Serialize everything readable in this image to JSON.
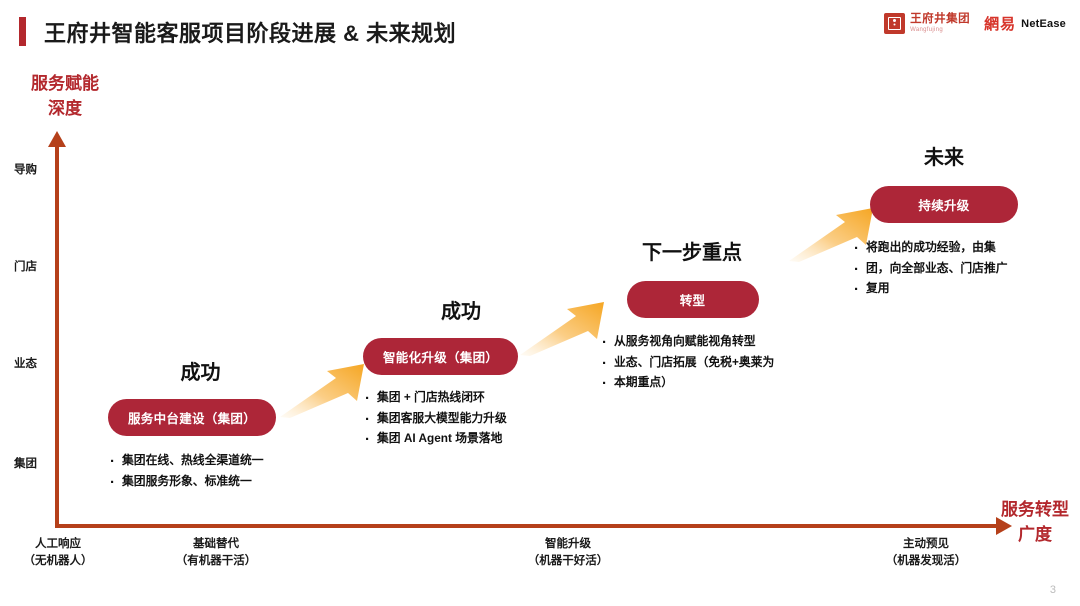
{
  "header": {
    "title": "王府井智能客服项目阶段进展 & 未来规划",
    "accent_color": "#B3282D",
    "logos": {
      "wangfujing_cn": "王府井集团",
      "wangfujing_en": "Wangfujing",
      "netease_cn": "網易",
      "netease_en": "NetEase"
    }
  },
  "axes": {
    "y_title": "服务赋能\n深度",
    "y_title_line1": "服务赋能",
    "y_title_line2": "深度",
    "x_title_line1": "服务转型",
    "x_title_line2": "广度",
    "y_ticks": [
      {
        "label": "导购"
      },
      {
        "label": "门店"
      },
      {
        "label": "业态"
      },
      {
        "label": "集团"
      }
    ],
    "x_ticks": [
      {
        "line1": "人工响应",
        "line2": "（无机器人）"
      },
      {
        "line1": "基础替代",
        "line2": "（有机器干活）"
      },
      {
        "line1": "智能升级",
        "line2": "（机器干好活）"
      },
      {
        "line1": "主动预见",
        "line2": "（机器发现活）"
      }
    ]
  },
  "stages": [
    {
      "heading": "成功",
      "pill": "服务中台建设（集团）",
      "bullets": [
        "集团在线、热线全渠道统一",
        "集团服务形象、标准统一"
      ]
    },
    {
      "heading": "成功",
      "pill": "智能化升级（集团）",
      "bullets": [
        "集团 + 门店热线闭环",
        "集团客服大模型能力升级",
        "集团 AI Agent 场景落地"
      ]
    },
    {
      "heading": "下一步重点",
      "pill": "转型",
      "bullets": [
        "从服务视角向赋能视角转型",
        "业态、门店拓展（免税+奥莱为",
        "本期重点）"
      ]
    },
    {
      "heading": "未来",
      "pill": "持续升级",
      "bullets": [
        "将跑出的成功经验，由集",
        "团，向全部业态、门店推广",
        "复用"
      ]
    }
  ],
  "footer": {
    "page_number": "3"
  },
  "colors": {
    "brand_red": "#B3282D",
    "pill_red": "#AD2638",
    "axis_red": "#B5401A",
    "arrow_orange": "#F5A623",
    "netease_red": "#D7342A"
  }
}
